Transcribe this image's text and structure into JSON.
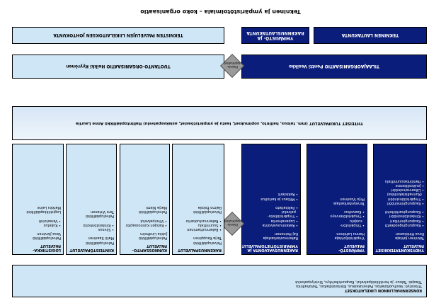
{
  "title": "Tekninen ja ympäristötoimiala – koko organisaatio",
  "top": {
    "tekninen_lautakunta": "TEKNINEN LAUTAKUNTA",
    "ymparisto_lautakunta": "YMPÄRISTÖ- JA RAKENNUSLAUTAKUNTA",
    "johtokunta": "TEKNISTEN PALVELUJEN LIIKELAITOKSEN JOHTOKUNTA"
  },
  "second": {
    "tilaajaorganisaatio": "TILAAJAORGANISAATIO Pentti Vesikko",
    "tuotanto": "TUOTANTO-ORGANISAATIO Heikki Kyyrönen",
    "connector": "Palvelu-sopimukset"
  },
  "common_band": "YHTEISET TUKIPALVELUT (mm. talous, hallinto, sopimukset, laatu ja ympäristöasiat, asiakaspalvelu) Hallintopäällikkö Anne Laurila",
  "units": [
    {
      "heading": "YHDYSKUNTATEKNISET\nPALVELUT",
      "lines": "Tekninen johtaja\nEeva Hinkkanen\n\n• Kaupungingeodeetti\n• Kaupunginmittari\n• Kiinteistöinsinööri\n• Kaupunginarkkitehti\n\n• Kaupungininsinööri\n• Ympäristöinsinööri\n  (Kunnallistekniikka)\n• Liikenneinsinööri\n• Joukkoliikenne\n• Hankintasuunnittelu"
    },
    {
      "heading": "YMPÄRISTÖ-\nPALVELUT",
      "lines": "Ympäristöjohtaja\nHannu Lahtinen\n\n• Ympäristön-\n  suojelu\n• Ympäristöterveys\n• Kaavoitus\n\nTerveystarkastaja\nPirjo Vuorinen"
    },
    {
      "heading": "RAKENNUSVALVONTA JA\nYMPÄRISTÖTIETOPALVELUT",
      "lines": "Rakennustarkastaja\nKaj Heinonen\n\n• Rakennusvalvonta\n• Lupavalvonta\n• Ympäristötieto-\n  palvelut\n• Paikkatieto\n\n• Mittaus ja kartoitus\n• Rekisterit"
    },
    {
      "heading": "RAKENNUSPALVELUT",
      "lines": "Palvelupäällikkö\nTarja Kauppinen\n\n• Rakennuttaminen\n• Suunnittelu\n• Rakennustuotanto\n\nPalvelupäällikkö\nRaimo Eskola"
    },
    {
      "heading": "KUNNOSSAPITO-\nPALVELUT",
      "lines": "Palvelupäällikkö\nJukka Lindholm\n\n• Katujen kunnossapito\n• Viherpalvelut\n\nPalvelupäällikkö\nMarja Niemi"
    },
    {
      "heading": "KIINTEISTÖPALVELUT",
      "lines": "Palvelupäällikkö\nMatti Saarinen\n\n• Siivous\n• Kiinteistönhoito\n\nPalvelupäällikkö\nTero Virtanen"
    },
    {
      "heading": "LOGISTIIKKA-\nPALVELUT",
      "lines": "Palvelupäällikkö\nVesa Järvinen\n\n• Kuljetus\n• Varastointi\n\nLogistiikkapäällikkö\nMarkku Laine"
    }
  ],
  "unit_connector": "Palvelu-sopimukset",
  "footer_bar": {
    "line1": "KONSERNIHALLINNON LIIKELAITOKSET",
    "line2": "Yhteistyö: Vesihuoltolaitos, Palvelukeskus, Kiinteistölaitos, Tietohallinto",
    "line3": "Tilaajat: Talous- ja henkilöstöpalvelut, Kaupunkikehitys, Sivistyspalvelut"
  }
}
